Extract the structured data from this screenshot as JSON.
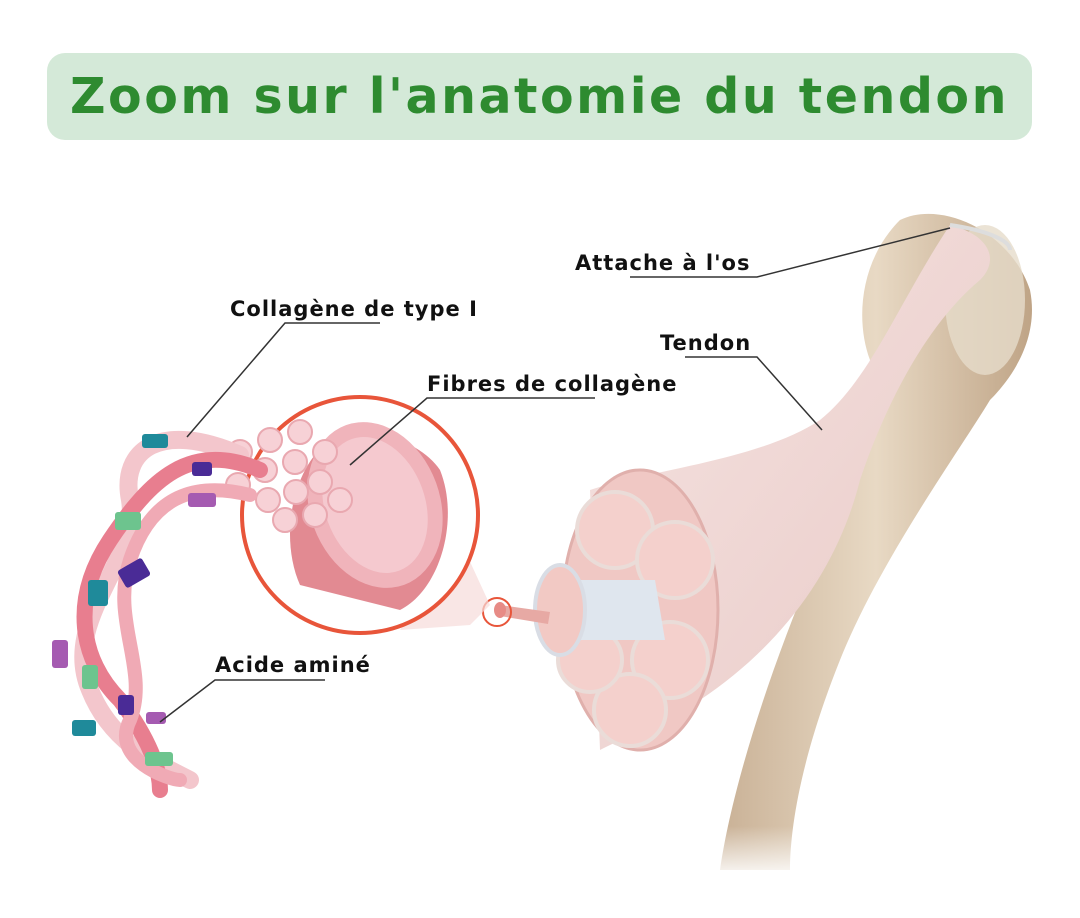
{
  "title": "Zoom sur l'anatomie du tendon",
  "labels": {
    "bone_attachment": "Attache à l'os",
    "collagen_type1": "Collagène de type I",
    "tendon": "Tendon",
    "collagen_fibers": "Fibres de collagène",
    "amino_acid": "Acide aminé"
  },
  "colors": {
    "title_bg": "#d4e9d8",
    "title_text": "#2e8b30",
    "zoom_circle": "#e8553a"
  }
}
